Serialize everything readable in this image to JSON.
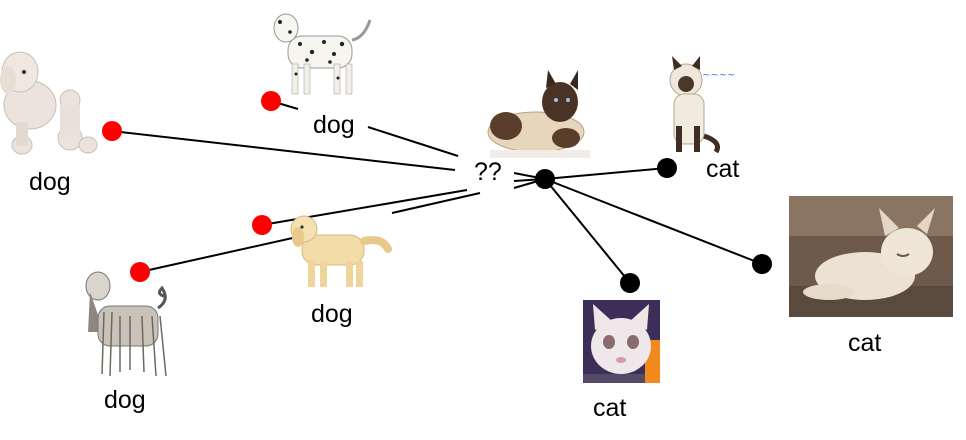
{
  "query_label": "??",
  "colors": {
    "dog_point": "#ff0000",
    "cat_point": "#000000",
    "edge": "#000000"
  },
  "examples": [
    {
      "id": "poodle",
      "label": "dog",
      "icon": "poodle-icon"
    },
    {
      "id": "dalmatian",
      "label": "dog",
      "icon": "dalmatian-icon"
    },
    {
      "id": "retriever",
      "label": "dog",
      "icon": "golden-retriever-icon"
    },
    {
      "id": "afghan",
      "label": "dog",
      "icon": "afghan-hound-icon"
    },
    {
      "id": "siamese",
      "label": "cat",
      "icon": "siamese-cat-icon"
    },
    {
      "id": "kitten",
      "label": "cat",
      "icon": "kitten-icon"
    },
    {
      "id": "cream-cat",
      "label": "cat",
      "icon": "cream-cat-icon"
    }
  ],
  "query_icon": "query-cat-icon"
}
